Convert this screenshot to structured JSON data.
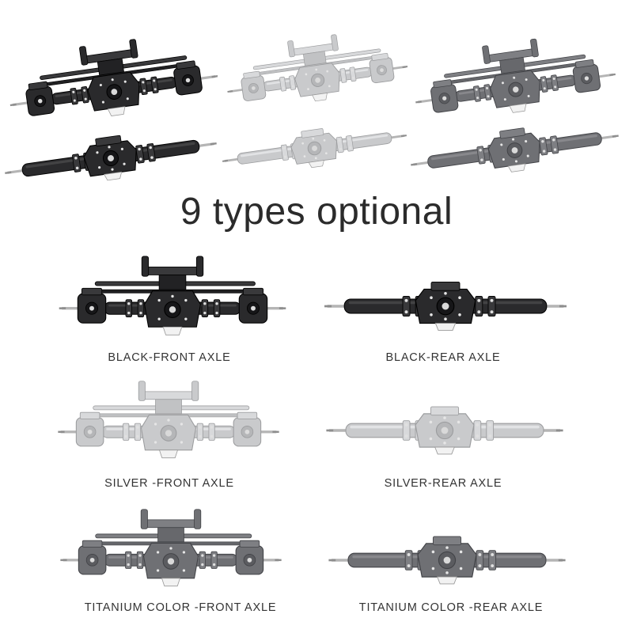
{
  "headline": "9 types optional",
  "finishes": {
    "black": "#2a2a2c",
    "silver": "#c9cacc",
    "titanium": "#6f7074"
  },
  "products": [
    {
      "caption": "BLACK-FRONT AXLE",
      "finish": "black",
      "kind": "front"
    },
    {
      "caption": "BLACK-REAR AXLE",
      "finish": "black",
      "kind": "rear"
    },
    {
      "caption": "SILVER -FRONT AXLE",
      "finish": "silver",
      "kind": "front"
    },
    {
      "caption": "SILVER-REAR AXLE",
      "finish": "silver",
      "kind": "rear"
    },
    {
      "caption": "TITANIUM COLOR -FRONT AXLE",
      "finish": "titanium",
      "kind": "front"
    },
    {
      "caption": "TITANIUM COLOR -REAR AXLE",
      "finish": "titanium",
      "kind": "rear"
    }
  ]
}
